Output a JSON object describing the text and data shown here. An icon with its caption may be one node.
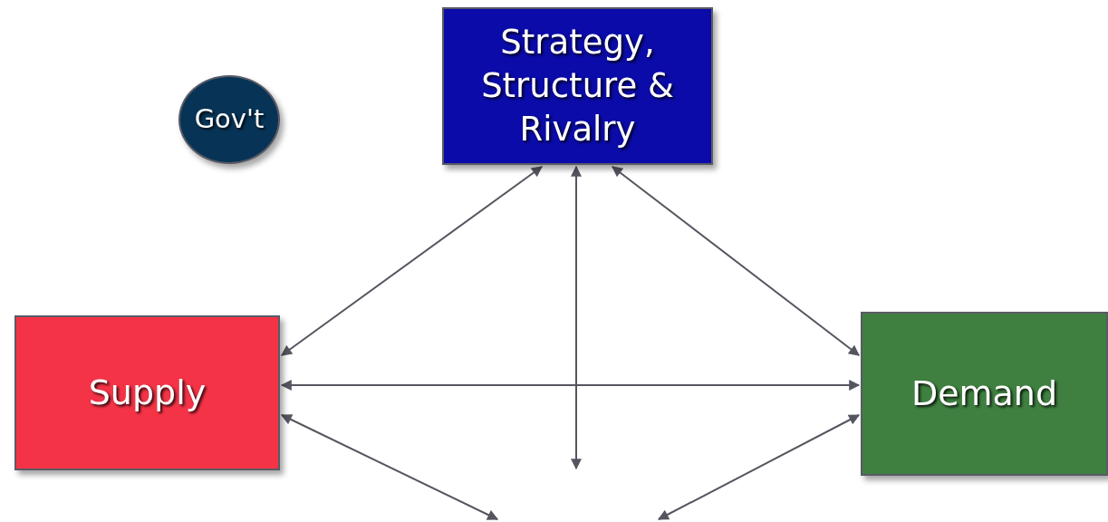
{
  "diagram": {
    "nodes": [
      {
        "text": [
          "Gov't"
        ]
      },
      {
        "text": [
          "Strategy, Structure & Rivalry"
        ]
      },
      {
        "text": [
          "Supply"
        ]
      },
      {
        "text": [
          "Demand"
        ]
      }
    ],
    "edges": [
      {
        "from": 1,
        "to": 2,
        "arrow": "both"
      },
      {
        "from": 1,
        "to": 3,
        "arrow": "both"
      },
      {
        "from": 1,
        "to": null,
        "arrow": "both"
      },
      {
        "from": 2,
        "to": 3,
        "arrow": "both"
      },
      {
        "from": 2,
        "to": null,
        "arrow": "both"
      },
      {
        "from": 3,
        "to": null,
        "arrow": "both"
      }
    ]
  }
}
